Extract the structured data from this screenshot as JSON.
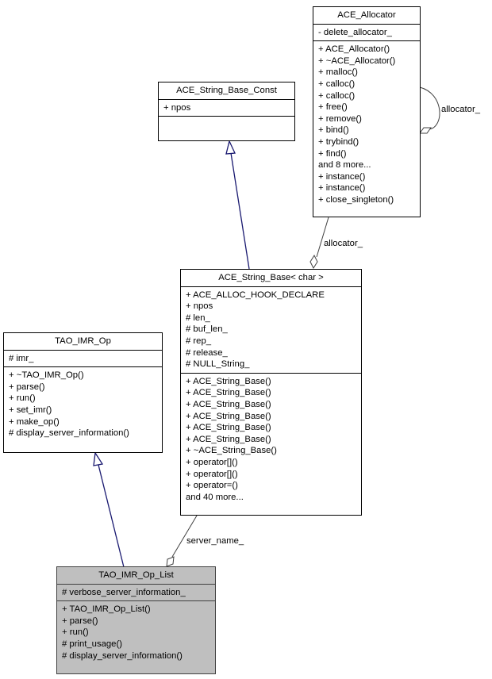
{
  "diagram": {
    "type": "uml-class-collaboration",
    "colors": {
      "inheritance_edge": "#191970",
      "association_edge": "#404040",
      "focus_fill": "#bfbfbf",
      "box_border": "#000000"
    },
    "classes": {
      "ace_allocator": {
        "name": "ACE_Allocator",
        "attributes": [
          "- delete_allocator_"
        ],
        "methods": [
          "+ ACE_Allocator()",
          "+ ~ACE_Allocator()",
          "+ malloc()",
          "+ calloc()",
          "+ calloc()",
          "+ free()",
          "+ remove()",
          "+ bind()",
          "+ trybind()",
          "+ find()",
          "and 8 more...",
          "+ instance()",
          "+ instance()",
          "+ close_singleton()"
        ]
      },
      "ace_string_base_const": {
        "name": "ACE_String_Base_Const",
        "attributes": [
          "+ npos"
        ],
        "methods": []
      },
      "ace_string_base_char": {
        "name": "ACE_String_Base< char >",
        "attributes": [
          "+ ACE_ALLOC_HOOK_DECLARE",
          "+ npos",
          "# len_",
          "# buf_len_",
          "# rep_",
          "# release_",
          "# NULL_String_"
        ],
        "methods": [
          "+ ACE_String_Base()",
          "+ ACE_String_Base()",
          "+ ACE_String_Base()",
          "+ ACE_String_Base()",
          "+ ACE_String_Base()",
          "+ ACE_String_Base()",
          "+ ~ACE_String_Base()",
          "+ operator[]()",
          "+ operator[]()",
          "+ operator=()",
          "and 40 more..."
        ]
      },
      "tao_imr_op": {
        "name": "TAO_IMR_Op",
        "attributes": [
          "# imr_"
        ],
        "methods": [
          "+ ~TAO_IMR_Op()",
          "+ parse()",
          "+ run()",
          "+ set_imr()",
          "+ make_op()",
          "# display_server_information()"
        ]
      },
      "tao_imr_op_list": {
        "name": "TAO_IMR_Op_List",
        "attributes": [
          "# verbose_server_information_"
        ],
        "methods": [
          "+ TAO_IMR_Op_List()",
          "+ parse()",
          "+ run()",
          "# print_usage()",
          "# display_server_information()"
        ]
      }
    },
    "edges": [
      {
        "kind": "inheritance",
        "from": "ACE_String_Base< char >",
        "to": "ACE_String_Base_Const",
        "label": ""
      },
      {
        "kind": "association",
        "from": "ACE_Allocator",
        "to": "ACE_String_Base< char >",
        "label": "allocator_"
      },
      {
        "kind": "association",
        "from": "ACE_Allocator",
        "to": "ACE_Allocator",
        "label": "allocator_"
      },
      {
        "kind": "inheritance",
        "from": "TAO_IMR_Op_List",
        "to": "TAO_IMR_Op",
        "label": ""
      },
      {
        "kind": "association",
        "from": "ACE_String_Base< char >",
        "to": "TAO_IMR_Op_List",
        "label": "server_name_"
      }
    ]
  }
}
